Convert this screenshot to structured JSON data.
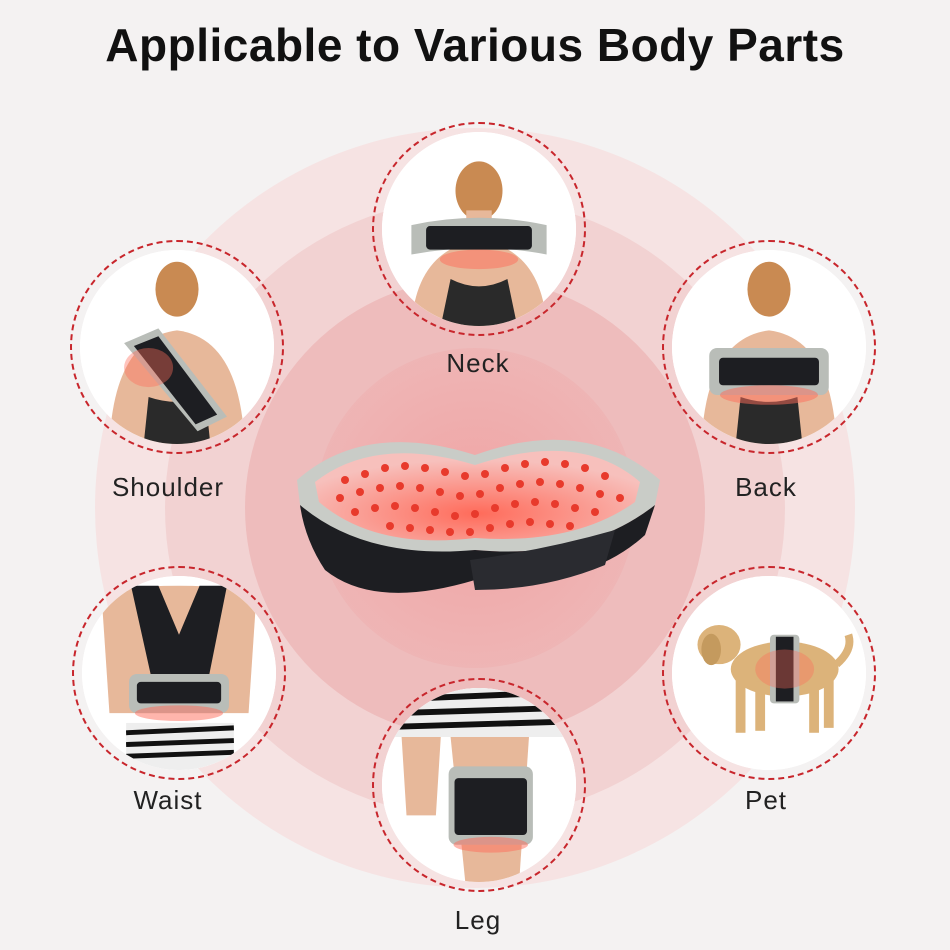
{
  "title": "Applicable to Various Body Parts",
  "parts": [
    {
      "id": "neck",
      "label": "Neck"
    },
    {
      "id": "shoulder",
      "label": "Shoulder"
    },
    {
      "id": "back",
      "label": "Back"
    },
    {
      "id": "waist",
      "label": "Waist"
    },
    {
      "id": "pet",
      "label": "Pet"
    },
    {
      "id": "leg",
      "label": "Leg"
    }
  ],
  "colors": {
    "accent": "#c8262c",
    "strap": "#1d1e22",
    "pad": "#b9bdb8",
    "glow": "#ff3b30"
  },
  "icons": [
    "therapy-belt-icon",
    "neck-icon",
    "shoulder-icon",
    "back-icon",
    "waist-icon",
    "pet-icon",
    "leg-icon"
  ]
}
